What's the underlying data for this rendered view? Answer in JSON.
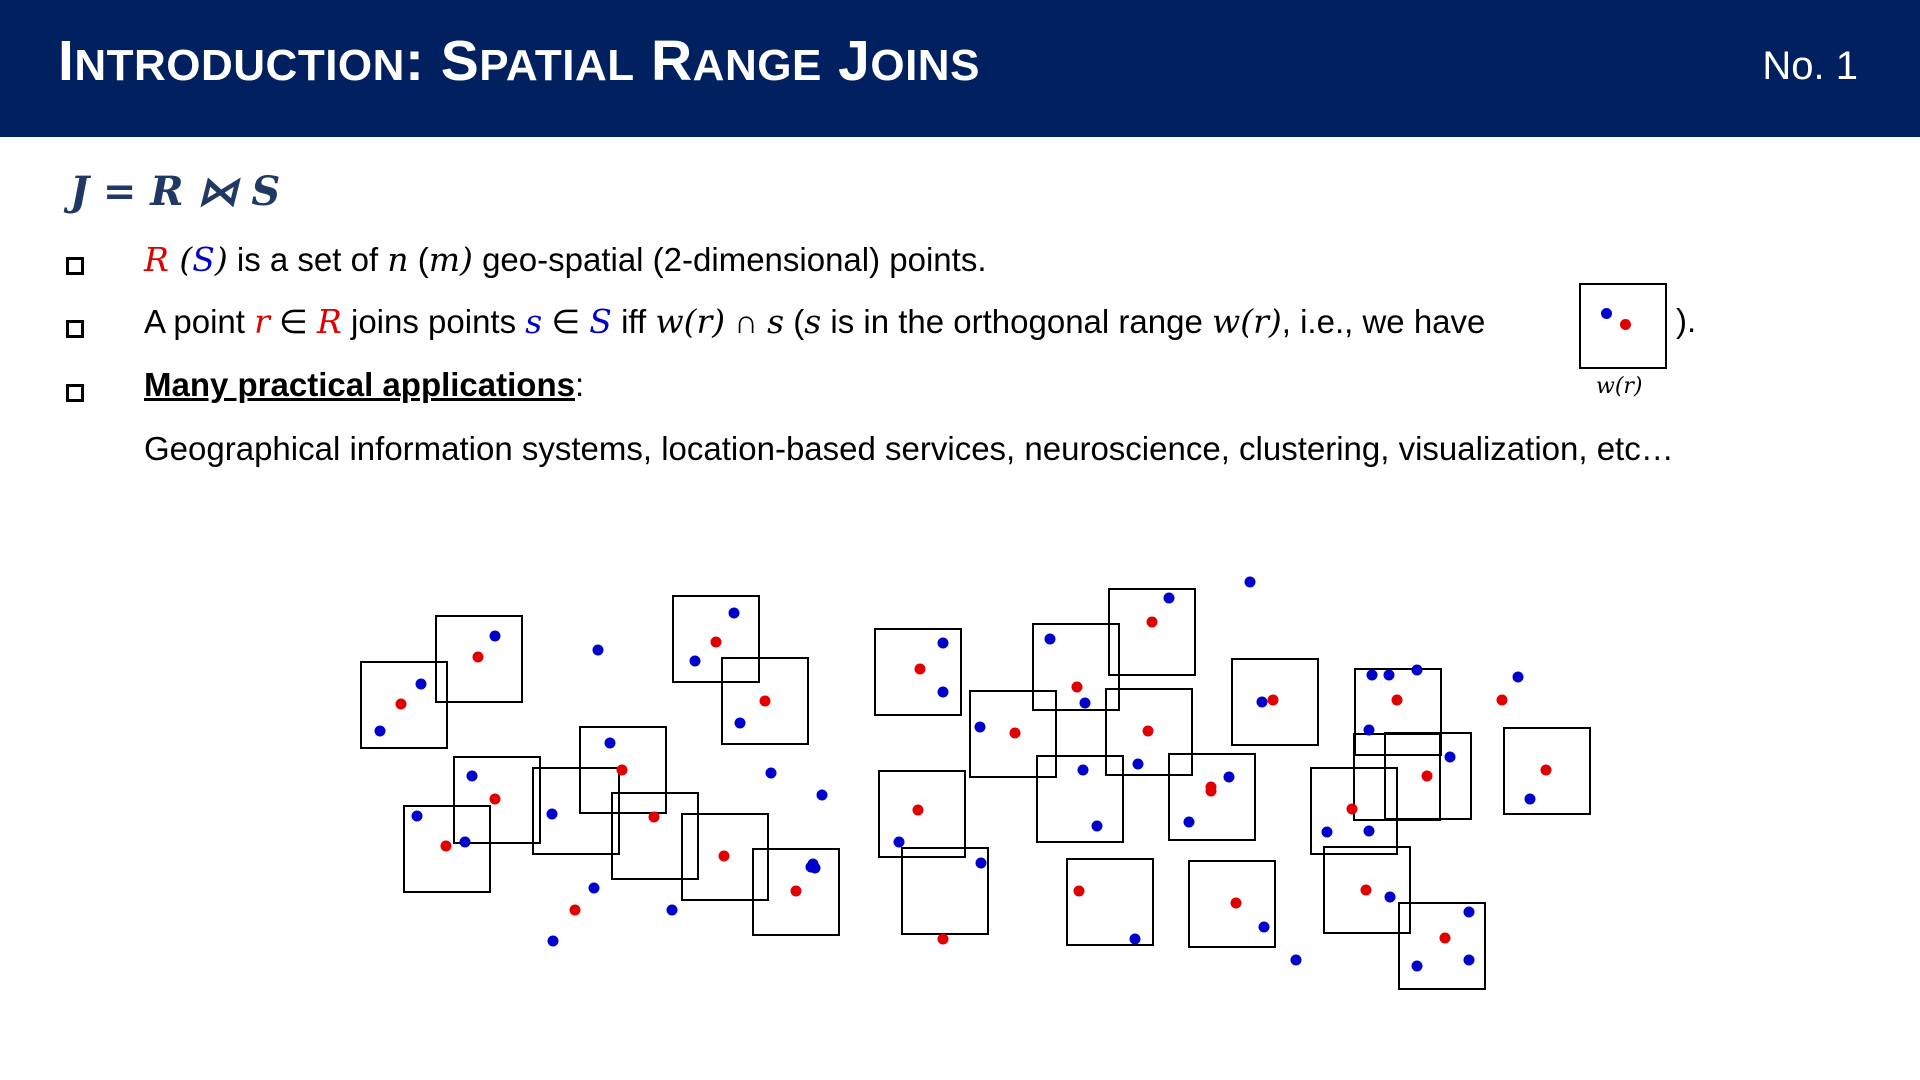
{
  "header": {
    "title_parts": [
      {
        "text": "I",
        "sc": false
      },
      {
        "text": "NTRODUCTION",
        "sc": true
      },
      {
        "text": ": ",
        "sc": false
      },
      {
        "text": "S",
        "sc": false
      },
      {
        "text": "PATIAL",
        "sc": true
      },
      {
        "text": " ",
        "sc": false
      },
      {
        "text": "R",
        "sc": false
      },
      {
        "text": "ANGE",
        "sc": true
      },
      {
        "text": " ",
        "sc": false
      },
      {
        "text": "J",
        "sc": false
      },
      {
        "text": "OINS",
        "sc": true
      }
    ],
    "slide_number": "No.  1"
  },
  "formula": "J = R ⋈ S",
  "bullets": [
    [
      {
        "text": "R",
        "math": true,
        "color": "red"
      },
      {
        "text": " (",
        "math": true
      },
      {
        "text": "S",
        "math": true,
        "color": "blue"
      },
      {
        "text": ")",
        "math": true
      },
      {
        "text": " is a set of "
      },
      {
        "text": "n",
        "math": true
      },
      {
        "text": " (",
        "math": false
      },
      {
        "text": "m",
        "math": true
      },
      {
        "text": ")",
        "math": true
      },
      {
        "text": " geo-spatial (2-dimensional) points."
      }
    ],
    [
      {
        "text": "A point "
      },
      {
        "text": "r",
        "math": true,
        "color": "red"
      },
      {
        "text": " ∈ "
      },
      {
        "text": "R",
        "math": true,
        "color": "red"
      },
      {
        "text": " joins points "
      },
      {
        "text": "s",
        "math": true,
        "color": "blue"
      },
      {
        "text": " ∈ "
      },
      {
        "text": "S",
        "math": true,
        "color": "blue"
      },
      {
        "text": " iff "
      },
      {
        "text": "w(r)",
        "math": true
      },
      {
        "text": " ∩ "
      },
      {
        "text": "s",
        "math": true
      },
      {
        "text": " ("
      },
      {
        "text": "s",
        "math": true
      },
      {
        "text": " is in the orthogonal range "
      },
      {
        "text": "w(r)",
        "math": true
      },
      {
        "text": ", i.e., we have"
      }
    ],
    [
      {
        "text": "Many practical applications",
        "style": "app"
      },
      {
        "text": ":"
      }
    ]
  ],
  "applications_text": "Geographical information systems, location-based services, neuroscience, clustering, visualization, etc…",
  "inline_box": {
    "label": "w(r)",
    "close": ")."
  },
  "colors": {
    "header_bg": "#002060",
    "r_point": "#e00000",
    "s_point": "#0000cc"
  }
}
